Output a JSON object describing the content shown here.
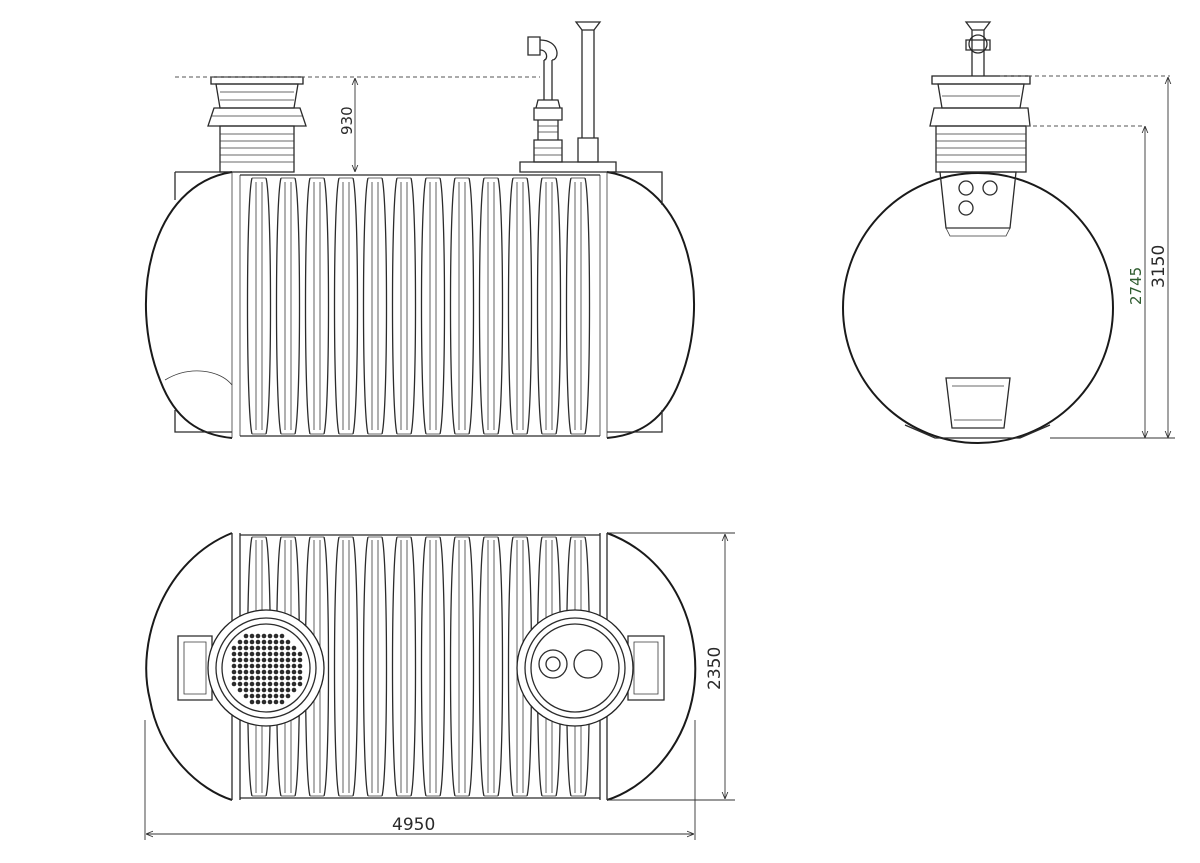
{
  "dimensions": {
    "riser_height": "930",
    "inner_height": "2745",
    "total_height": "3150",
    "width": "2350",
    "length": "4950"
  },
  "colors": {
    "line": "#2b2b2b",
    "background": "#ffffff",
    "dim_2745": "#2f5c2f"
  }
}
